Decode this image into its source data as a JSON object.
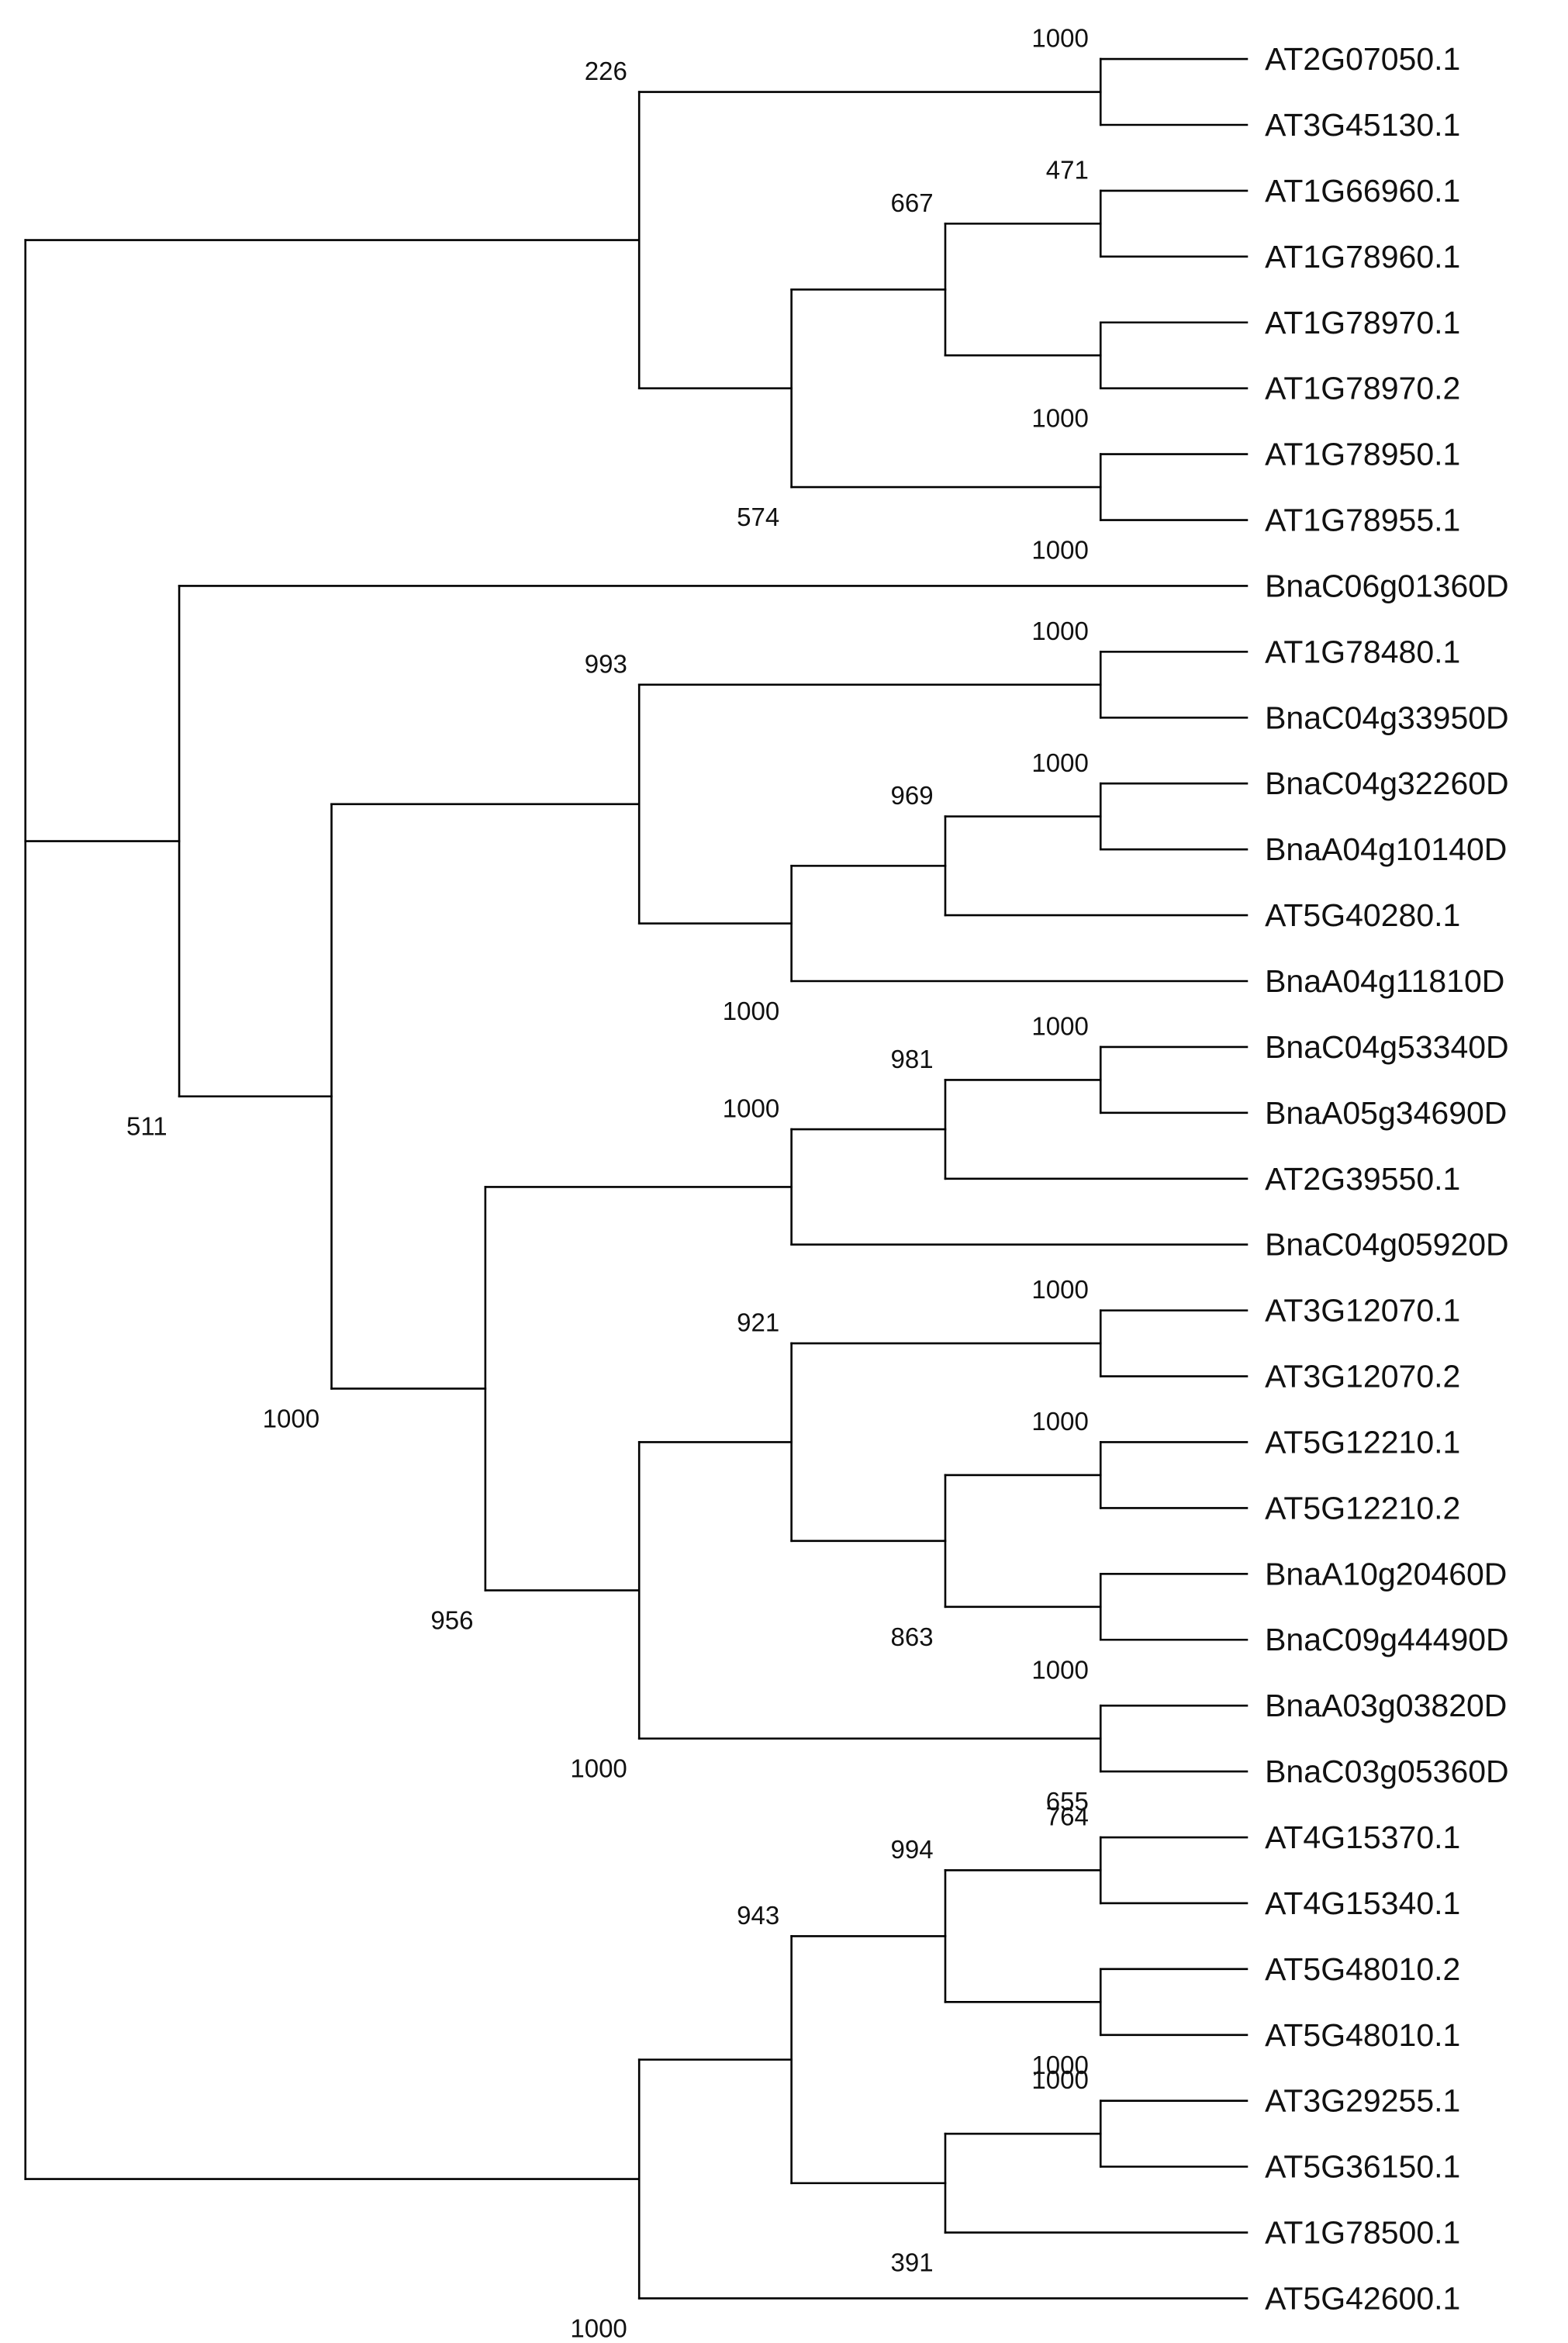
{
  "leaves": [
    "AT2G07050.1",
    "AT3G45130.1",
    "AT1G66960.1",
    "AT1G78960.1",
    "AT1G78970.1",
    "AT1G78970.2",
    "AT1G78950.1",
    "AT1G78955.1",
    "BnaC06g01360D",
    "AT1G78480.1",
    "BnaC04g33950D",
    "BnaC04g32260D",
    "BnaA04g10140D",
    "AT5G40280.1",
    "BnaA04g11810D",
    "BnaC04g53340D",
    "BnaA05g34690D",
    "AT2G39550.1",
    "BnaC04g05920D",
    "AT3G12070.1",
    "AT3G12070.2",
    "AT5G12210.1",
    "AT5G12210.2",
    "BnaA10g20460D",
    "BnaC09g44490D",
    "BnaA03g03820D",
    "BnaC03g05360D",
    "AT4G15370.1",
    "AT4G15340.1",
    "AT5G48010.2",
    "AT5G48010.1",
    "AT3G29255.1",
    "AT5G36150.1",
    "AT1G78500.1",
    "AT5G42600.1"
  ],
  "bootstrap": [
    "1000",
    "226",
    "471",
    "667",
    "1000",
    "574",
    "1000",
    "511",
    "1000",
    "993",
    "1000",
    "969",
    "1000",
    "1000",
    "1000",
    "981",
    "1000",
    "1000",
    "956",
    "921",
    "1000",
    "863",
    "1000",
    "1000",
    "655",
    "764",
    "994",
    "1000",
    "943",
    "1000",
    "391",
    "1000"
  ]
}
